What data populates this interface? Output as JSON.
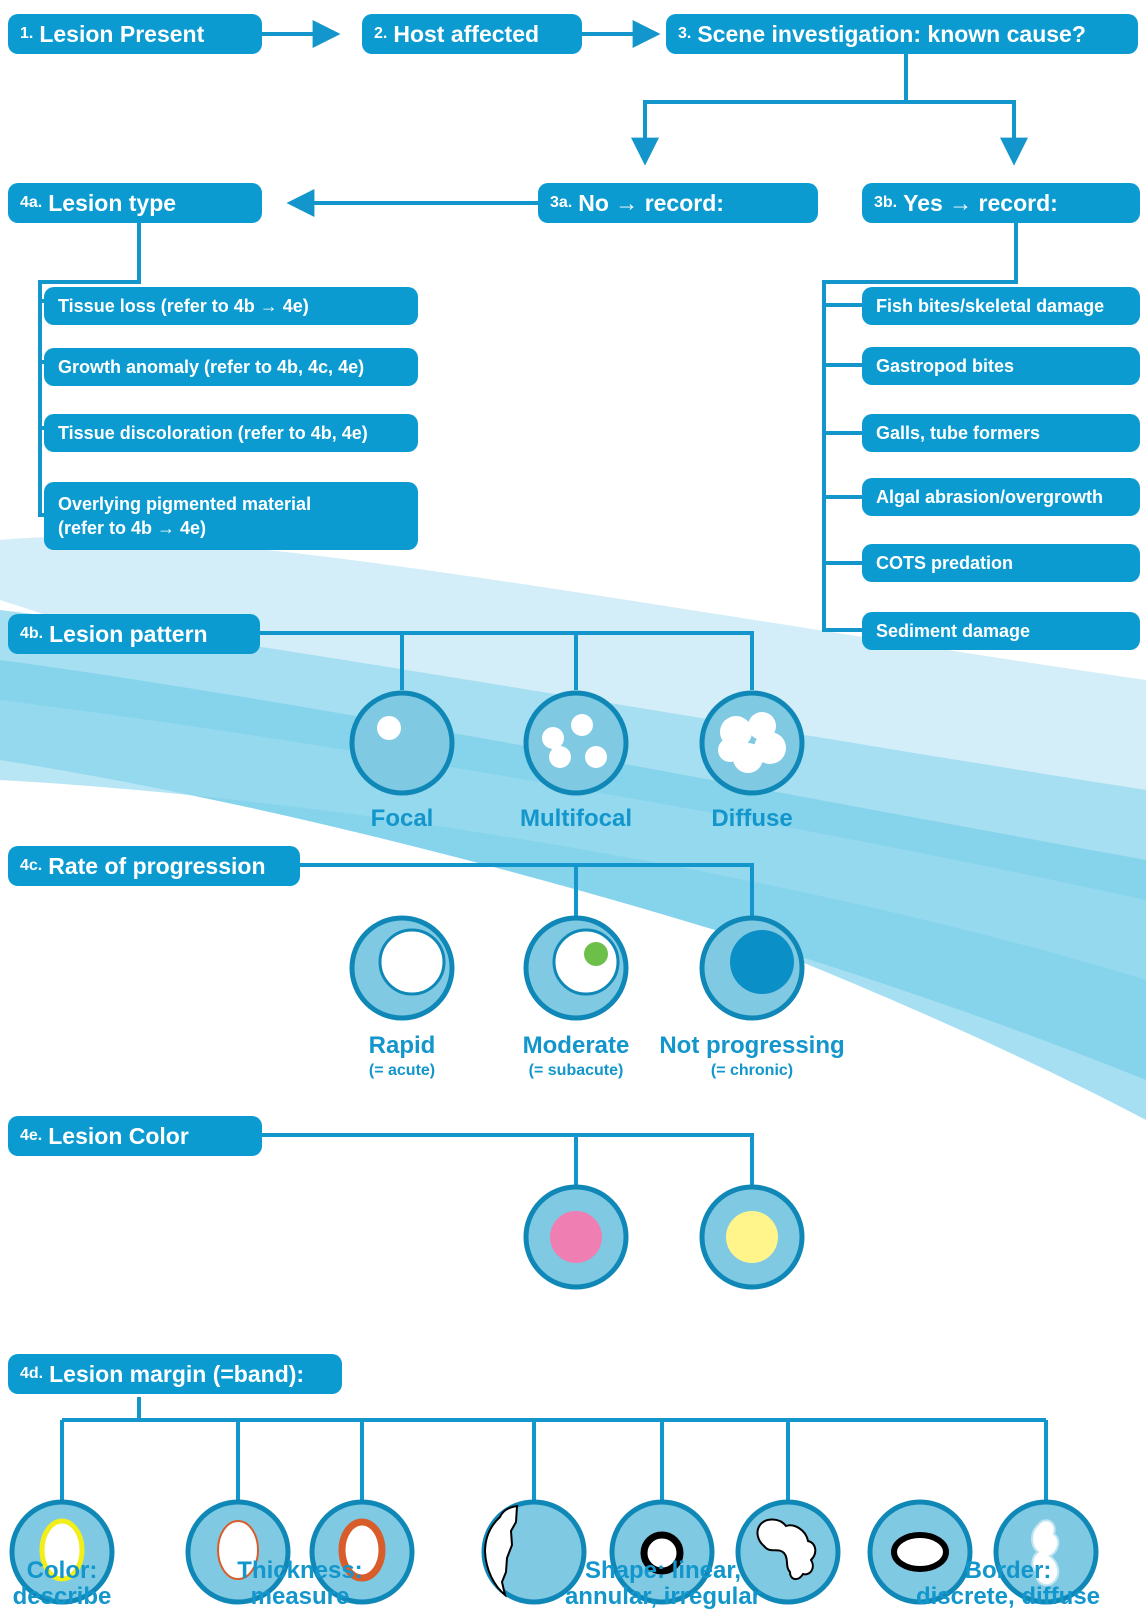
{
  "steps": {
    "s1": {
      "num": "1.",
      "text": "Lesion Present"
    },
    "s2": {
      "num": "2.",
      "text": "Host affected"
    },
    "s3": {
      "num": "3.",
      "text": "Scene investigation: known cause?"
    },
    "s3a": {
      "num": "3a.",
      "text": "No → record:"
    },
    "s3b": {
      "num": "3b.",
      "text": "Yes → record:"
    },
    "s4a": {
      "num": "4a.",
      "text": "Lesion type"
    },
    "s4b": {
      "num": "4b.",
      "text": "Lesion pattern"
    },
    "s4c": {
      "num": "4c.",
      "text": "Rate of progression"
    },
    "s4e": {
      "num": "4e.",
      "text": "Lesion Color"
    },
    "s4d": {
      "num": "4d.",
      "text": "Lesion margin (=band):"
    }
  },
  "lesion_types": [
    "Tissue loss (refer to 4b → 4e)",
    "Growth anomaly (refer to 4b, 4c, 4e)",
    "Tissue discoloration (refer to 4b, 4e)",
    "Overlying pigmented material (refer to 4b → 4e)"
  ],
  "known_causes": [
    "Fish bites/skeletal damage",
    "Gastropod bites",
    "Galls, tube formers",
    "Algal abrasion/overgrowth",
    "COTS predation",
    "Sediment damage"
  ],
  "patterns": [
    "Focal",
    "Multifocal",
    "Diffuse"
  ],
  "progression": [
    {
      "label": "Rapid",
      "sub": "(= acute)"
    },
    {
      "label": "Moderate",
      "sub": "(= subacute)"
    },
    {
      "label": "Not progressing",
      "sub": "(= chronic)"
    }
  ],
  "margin_groups": [
    {
      "line1": "Color:",
      "line2": "describe"
    },
    {
      "line1": "Thickness:",
      "line2": "measure"
    },
    {
      "line1": "Shape: linear,",
      "line2": "annular, irregular"
    },
    {
      "line1": "Border:",
      "line2": "discrete, diffuse"
    }
  ],
  "colors": {
    "box": "#0b9bd0",
    "line": "#1296cb",
    "circle_outer": "#0f88b8",
    "circle_fill": "#7fc9e3",
    "pink": "#ef7fb3",
    "yellow": "#fff58a",
    "green": "#6cc04a",
    "orange": "#d95d2b",
    "margin_yellow": "#f1ee1a"
  },
  "icons": [
    "arrow-right-icon",
    "arrow-down-icon",
    "arrow-left-icon",
    "lesion-circle-icon"
  ]
}
